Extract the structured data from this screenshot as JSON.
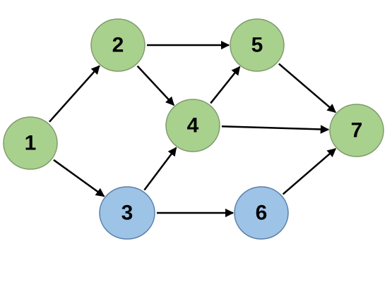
{
  "colors": {
    "green_fill": "#a9d18e",
    "green_stroke": "#7f9a6b",
    "blue_fill": "#9dc3e6",
    "blue_stroke": "#5b7fa6",
    "edge": "#000000"
  },
  "nodes": [
    {
      "id": "n1",
      "label": "1",
      "color": "green"
    },
    {
      "id": "n2",
      "label": "2",
      "color": "green"
    },
    {
      "id": "n3",
      "label": "3",
      "color": "blue"
    },
    {
      "id": "n4",
      "label": "4",
      "color": "green"
    },
    {
      "id": "n5",
      "label": "5",
      "color": "green"
    },
    {
      "id": "n6",
      "label": "6",
      "color": "blue"
    },
    {
      "id": "n7",
      "label": "7",
      "color": "green"
    }
  ],
  "edges": [
    {
      "from": "n1",
      "to": "n2"
    },
    {
      "from": "n1",
      "to": "n3"
    },
    {
      "from": "n2",
      "to": "n5"
    },
    {
      "from": "n2",
      "to": "n4"
    },
    {
      "from": "n3",
      "to": "n4"
    },
    {
      "from": "n3",
      "to": "n6"
    },
    {
      "from": "n4",
      "to": "n5"
    },
    {
      "from": "n4",
      "to": "n7"
    },
    {
      "from": "n5",
      "to": "n7"
    },
    {
      "from": "n6",
      "to": "n7"
    }
  ]
}
